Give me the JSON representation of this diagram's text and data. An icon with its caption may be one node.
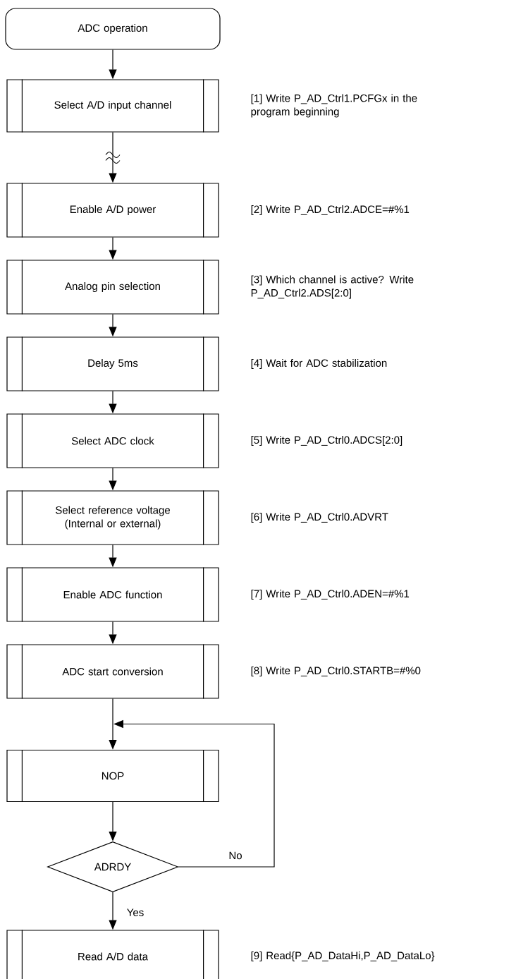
{
  "diagram": {
    "nodes": [
      {
        "text": [
          "ADC operation"
        ]
      },
      {
        "text": [
          "Select A/D input channel"
        ],
        "beside": [
          "[1] Write P_AD_Ctrl1.PCFGx in the program beginning"
        ]
      },
      {
        "text": [
          "Enable A/D power"
        ],
        "beside": [
          "[2] Write P_AD_Ctrl2.ADCE=#%1"
        ]
      },
      {
        "text": [
          "Analog pin selection"
        ],
        "beside": [
          "[3] Which channel is active? Write P_AD_Ctrl2.ADS[2:0]"
        ]
      },
      {
        "text": [
          "Delay 5ms"
        ],
        "beside": [
          "[4] Wait for ADC stabilization"
        ]
      },
      {
        "text": [
          "Select ADC clock"
        ],
        "beside": [
          "[5] Write P_AD_Ctrl0.ADCS[2:0]"
        ]
      },
      {
        "text": [
          "Select reference voltage (Internal or external)"
        ],
        "beside": [
          "[6] Write P_AD_Ctrl0.ADVRT"
        ]
      },
      {
        "text": [
          "Enable ADC function"
        ],
        "beside": [
          "[7] Write P_AD_Ctrl0.ADEN=#%1"
        ]
      },
      {
        "text": [
          "ADC start conversion"
        ],
        "beside": [
          "[8] Write P_AD_Ctrl0.STARTB=#%0"
        ]
      },
      {
        "text": [
          "NOP"
        ]
      },
      {
        "text": [
          "ADRDY"
        ]
      },
      {
        "text": [
          "Read A/D data"
        ],
        "beside": [
          "[9] Read{P_AD_DataHi,P_AD_DataLo}"
        ]
      }
    ],
    "edges": [
      {
        "from": 0,
        "to": 1,
        "arrow": "to"
      },
      {
        "from": 1,
        "to": 2,
        "arrow": "to"
      },
      {
        "from": 2,
        "to": 3,
        "arrow": "to"
      },
      {
        "from": 3,
        "to": 4,
        "arrow": "to"
      },
      {
        "from": 4,
        "to": 5,
        "arrow": "to"
      },
      {
        "from": 5,
        "to": 6,
        "arrow": "to"
      },
      {
        "from": 6,
        "to": 7,
        "arrow": "to"
      },
      {
        "from": 7,
        "to": 8,
        "arrow": "to"
      },
      {
        "from": 8,
        "to": 9,
        "arrow": "to"
      },
      {
        "from": 9,
        "to": 10,
        "arrow": "to"
      },
      {
        "from": 10,
        "to": 9,
        "arrow": "to",
        "label": "No"
      },
      {
        "from": 10,
        "to": 11,
        "arrow": "to",
        "label": "Yes"
      }
    ]
  }
}
